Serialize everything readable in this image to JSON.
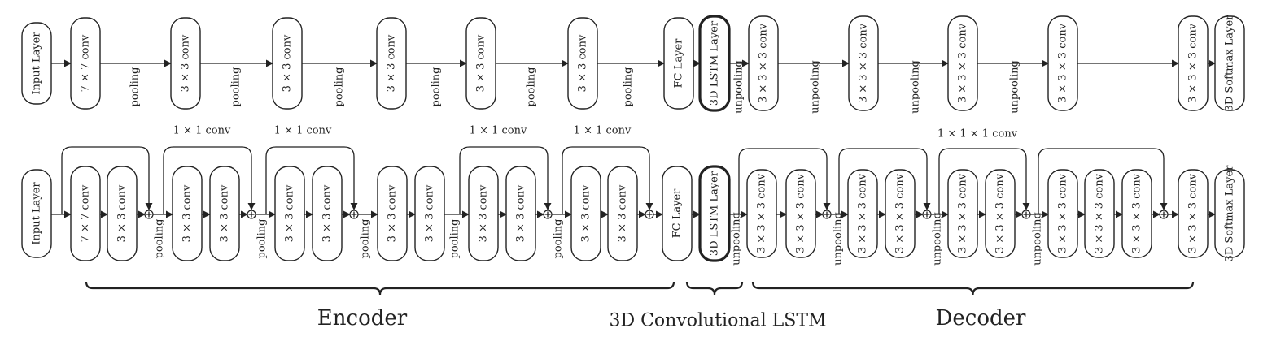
{
  "labels": {
    "input": "Input Layer",
    "conv7": "7 × 7 conv",
    "conv3": "3 × 3 conv",
    "fc": "FC Layer",
    "lstm": "3D LSTM Layer",
    "conv333": "3 × 3 × 3 conv",
    "softmax": "3D Softmax Layer",
    "pooling": "pooling",
    "unpooling": "unpooling",
    "conv1x1": "1 × 1 conv",
    "conv1x1x1": "1 × 1 × 1 conv",
    "encoder": "Encoder",
    "lstm_group": "3D Convolutional LSTM",
    "decoder": "Decoder"
  }
}
